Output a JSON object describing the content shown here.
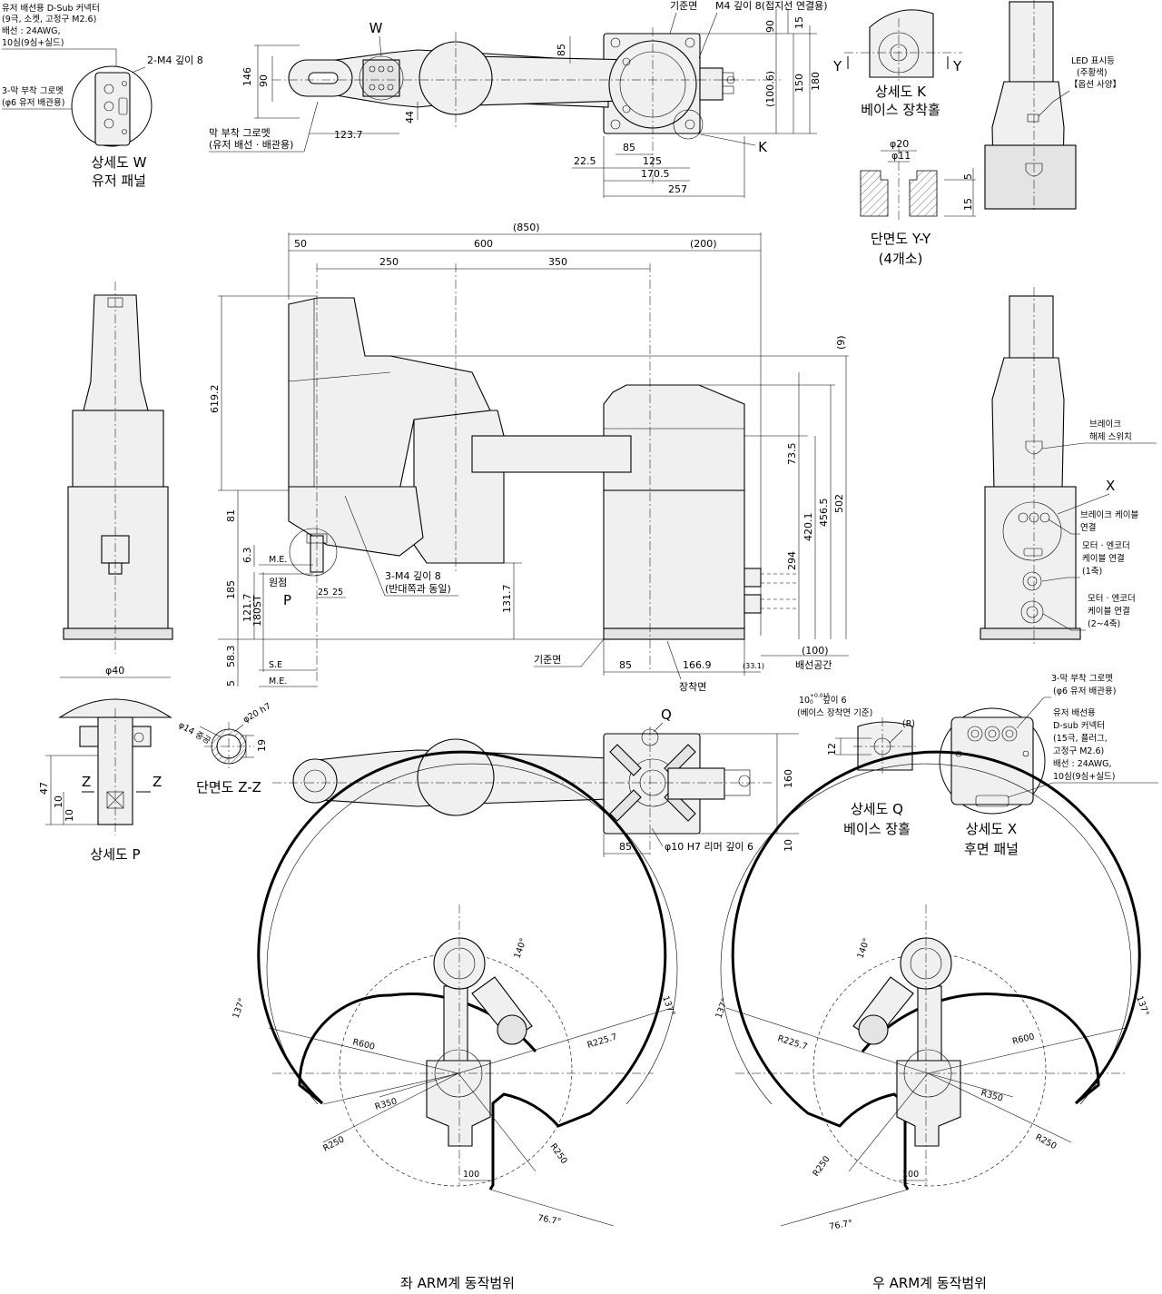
{
  "detail_w": {
    "callout_dsub": [
      "유저 배선용 D-Sub 커넥터",
      "(9극, 소켓, 고정구 M2.6)",
      "배선 : 24AWG,",
      "10심(9심+실드)"
    ],
    "callout_tap": "2-M4 깊이 8",
    "callout_grommet": [
      "3-막 부착 그로멧",
      "(φ6 유저 배관용)"
    ],
    "title": [
      "상세도 W",
      "유저 패널"
    ]
  },
  "top_view": {
    "label_w": "W",
    "label_k": "K",
    "ref_plane": "기준면",
    "ground_tap": "M4 깊이 8(접지선 연결용)",
    "grommet_note": [
      "막 부착 그로멧",
      "(유저 배선 · 배관용)"
    ],
    "dims": [
      "146",
      "90",
      "85",
      "44",
      "123.7",
      "90",
      "15",
      "(100.6)",
      "150",
      "180",
      "85",
      "125",
      "22.5",
      "170.5",
      "257"
    ]
  },
  "detail_k": {
    "title": [
      "상세도 K",
      "베이스 장착홀"
    ],
    "y_left": "Y",
    "y_right": "Y"
  },
  "section_yy": {
    "dims": [
      "φ20",
      "φ11",
      "5",
      "15"
    ],
    "title": [
      "단면도 Y-Y",
      "(4개소)"
    ]
  },
  "right_top": {
    "led": [
      "LED 표시등",
      "(주황색)",
      "【옵션 사양】"
    ]
  },
  "front_view": {
    "dims_top": [
      "(850)",
      "50",
      "600",
      "(200)",
      "250",
      "350"
    ],
    "dims_left": [
      "619.2",
      "81",
      "185",
      "6.3",
      "121.7",
      "180ST",
      "58.3",
      "5"
    ],
    "dims_right": [
      "(9)",
      "73.5",
      "420.1",
      "456.5",
      "502",
      "294",
      "131.7"
    ],
    "labels": {
      "me_top": "M.E.",
      "origin": "원점",
      "p": "P",
      "se": "S.E",
      "me_bot": "M.E."
    },
    "tap_note": [
      "3-M4 깊이 8",
      "(반대쪽과 동일)"
    ],
    "dims_small": [
      "25",
      "25"
    ],
    "ref_plane": "기준면",
    "mount_plane": "장착면",
    "dims_bottom": [
      "85",
      "166.9",
      "(33.1)",
      "(100)"
    ],
    "cable_space": "배선공간"
  },
  "right_view": {
    "brake_switch": [
      "브레이크",
      "해제 스위치"
    ],
    "label_x": "X",
    "brake_cable": [
      "브레이크 케이블",
      "연결"
    ],
    "motor1": [
      "모터 · 엔코더",
      "케이블 연결",
      "(1축)"
    ],
    "motor24": [
      "모터 · 엔코더",
      "케이블 연결",
      "(2~4축)"
    ]
  },
  "detail_p": {
    "dia": "φ40",
    "dims": [
      "47",
      "10",
      "10"
    ],
    "z_left": "Z",
    "z_right": "Z",
    "title": "상세도 P"
  },
  "section_zz": {
    "hollow": "φ14 중공",
    "shaft": "φ20 h7",
    "dim": "19",
    "title": "단면도 Z-Z"
  },
  "bottom_view": {
    "label_q": "Q",
    "dims": [
      "160",
      "85",
      "10"
    ],
    "reamer": "φ10 H7 리머 깊이 6"
  },
  "detail_q": {
    "note": [
      "10",
      "+0.015",
      "0",
      " 깊이 6",
      "(베이스 장착면 기준)"
    ],
    "r": "(R)",
    "dim": "12",
    "title": [
      "상세도 Q",
      "베이스 장홀"
    ]
  },
  "detail_x": {
    "grommet": [
      "3-막 부착 그로멧",
      "(φ6 유저 배관용)"
    ],
    "dsub": [
      "유저 배선용",
      "D-sub 커넥터",
      "(15극, 플러그,",
      "고정구 M2.6)",
      "배선 : 24AWG,",
      "10심(9심+실드)"
    ],
    "title": [
      "상세도 X",
      "후면 패널"
    ]
  },
  "range_left": {
    "angles": [
      "137°",
      "140°",
      "137°",
      "76.7°"
    ],
    "radii": [
      "R600",
      "R225.7",
      "R350",
      "R250",
      "R250"
    ],
    "dim": "100",
    "title": "좌 ARM계 동작범위"
  },
  "range_right": {
    "angles": [
      "137°",
      "140°",
      "137°",
      "76.7°"
    ],
    "radii": [
      "R225.7",
      "R600",
      "R350",
      "R250",
      "R250"
    ],
    "dim": "100",
    "title": "우 ARM계 동작범위"
  }
}
